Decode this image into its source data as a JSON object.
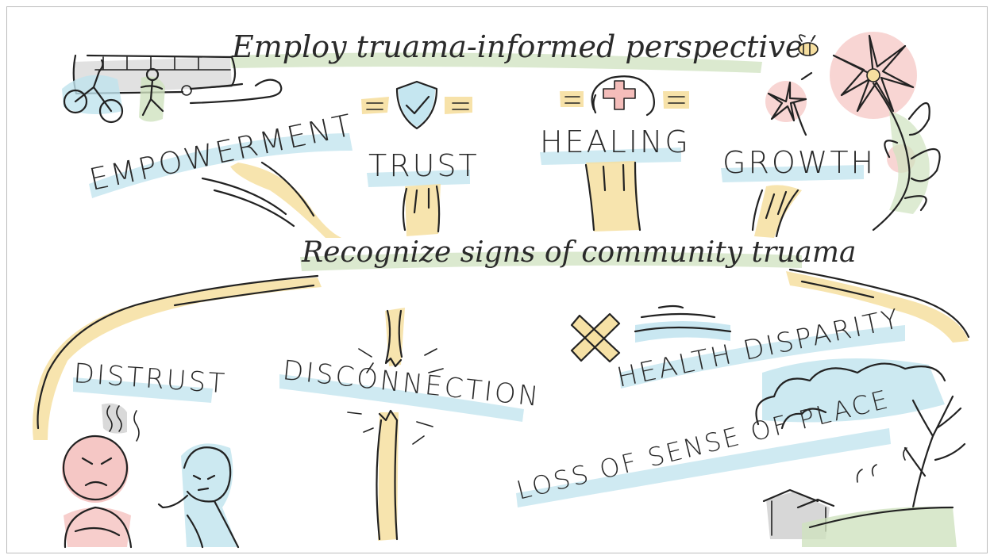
{
  "colors": {
    "green_wash": "#cfe2bf",
    "blue_wash": "#bfe3ee",
    "yellow_wash": "#f6dfa0",
    "pink_wash": "#f3b9b6",
    "gray_wash": "#c9c9c9",
    "ink": "#222222"
  },
  "diagram": {
    "top_banner": "Employ truama-informed perspective",
    "middle_banner": "Recognize signs of community truama",
    "principles": {
      "empowerment": "EMPOWERMENT",
      "trust": "TRUST",
      "healing": "HEALING",
      "growth": "GROWTH"
    },
    "signs": {
      "distrust": "DISTRUST",
      "disconnection": "DISCONNECTION",
      "health_disparity": "HEALTH DISPARITY",
      "loss_of_place": "LOSS OF SENSE OF PLACE"
    }
  },
  "icons": [
    "bus-icon",
    "cyclist-icon",
    "walker-icon",
    "wind-icon",
    "shield-check-icon",
    "medical-cross-icon",
    "bee-icon",
    "flower-icon",
    "leaf-stem-icon",
    "bandage-icon",
    "water-waves-icon",
    "cloud-icon",
    "bare-tree-icon",
    "house-icon",
    "angry-face-icon",
    "pointing-person-icon",
    "broken-rope-icon"
  ]
}
